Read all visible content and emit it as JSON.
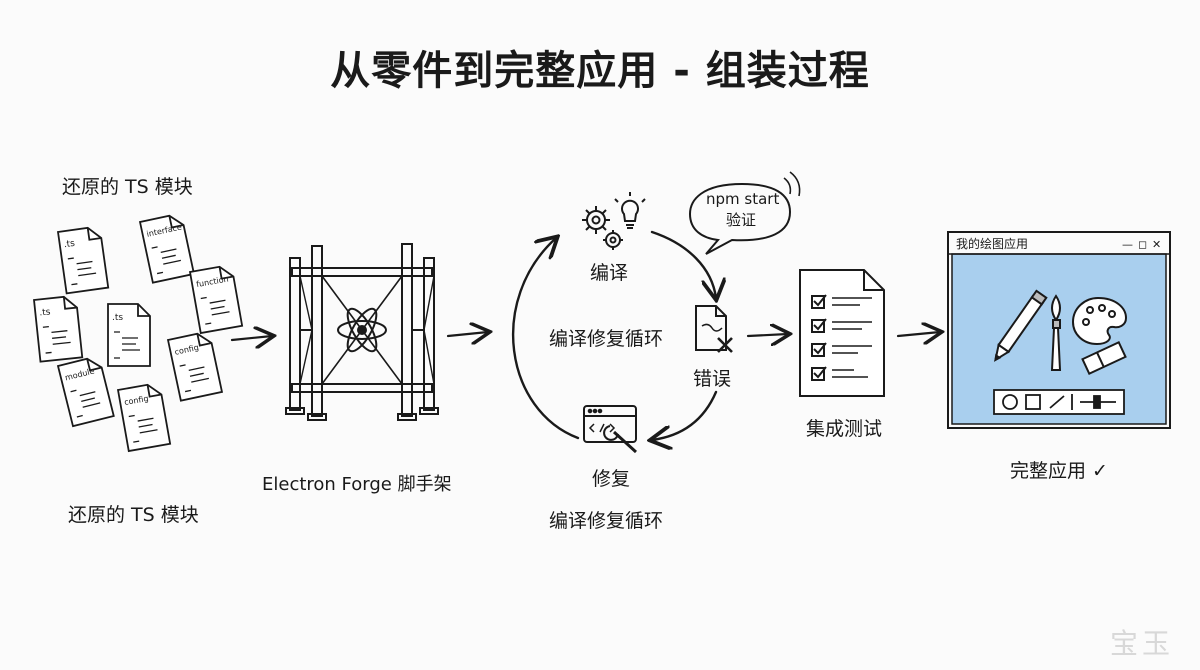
{
  "title": "从零件到完整应用 - 组装过程",
  "modules": {
    "label_top": "还原的 TS 模块",
    "label_bottom": "还原的 TS 模块",
    "files": [
      ".ts",
      "interface",
      "function",
      ".ts",
      ".ts",
      "config",
      "module",
      "config"
    ]
  },
  "scaffold": {
    "label": "Electron Forge 脚手架"
  },
  "cycle": {
    "label_center": "编译修复循环",
    "label_bottom": "编译修复循环",
    "compile_label": "编译",
    "error_label": "错误",
    "fix_label": "修复",
    "bubble_line1": "npm start",
    "bubble_line2": "验证"
  },
  "integration": {
    "label": "集成测试"
  },
  "app": {
    "window_title": "我的绘图应用",
    "window_controls": [
      "—",
      "◻",
      "✕"
    ],
    "label": "完整应用 ✓"
  },
  "watermark": "宝玉",
  "colors": {
    "ink": "#1a1a1a",
    "app_canvas": "#a9cfee",
    "background": "#fbfbfb"
  }
}
